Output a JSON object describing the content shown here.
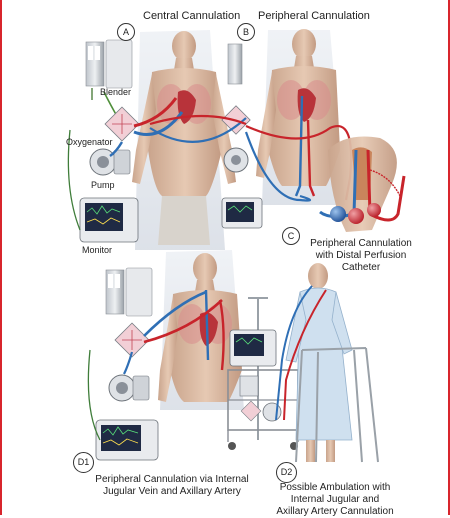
{
  "panels": {
    "a": {
      "badge": "A",
      "title": "Central Cannulation"
    },
    "b": {
      "badge": "B",
      "title": "Peripheral Cannulation"
    },
    "c": {
      "badge": "C",
      "caption": [
        "Peripheral Cannulation",
        "with Distal Perfusion",
        "Catheter"
      ]
    },
    "d1": {
      "badge": "D1",
      "caption": [
        "Peripheral Cannulation via Internal",
        "Jugular Vein and Axillary Artery"
      ]
    },
    "d2": {
      "badge": "D2",
      "caption": [
        "Possible Ambulation with",
        "Internal Jugular and",
        "Axillary Artery Cannulation"
      ]
    }
  },
  "components": {
    "blender": "Blender",
    "oxygenator": "Oxygenator",
    "pump": "Pump",
    "monitor": "Monitor"
  },
  "colors": {
    "arterial_red": "#c8242b",
    "venous_blue": "#2f6fb5",
    "accent_red": "#d8252c",
    "cable_green": "#3f7d3a"
  }
}
